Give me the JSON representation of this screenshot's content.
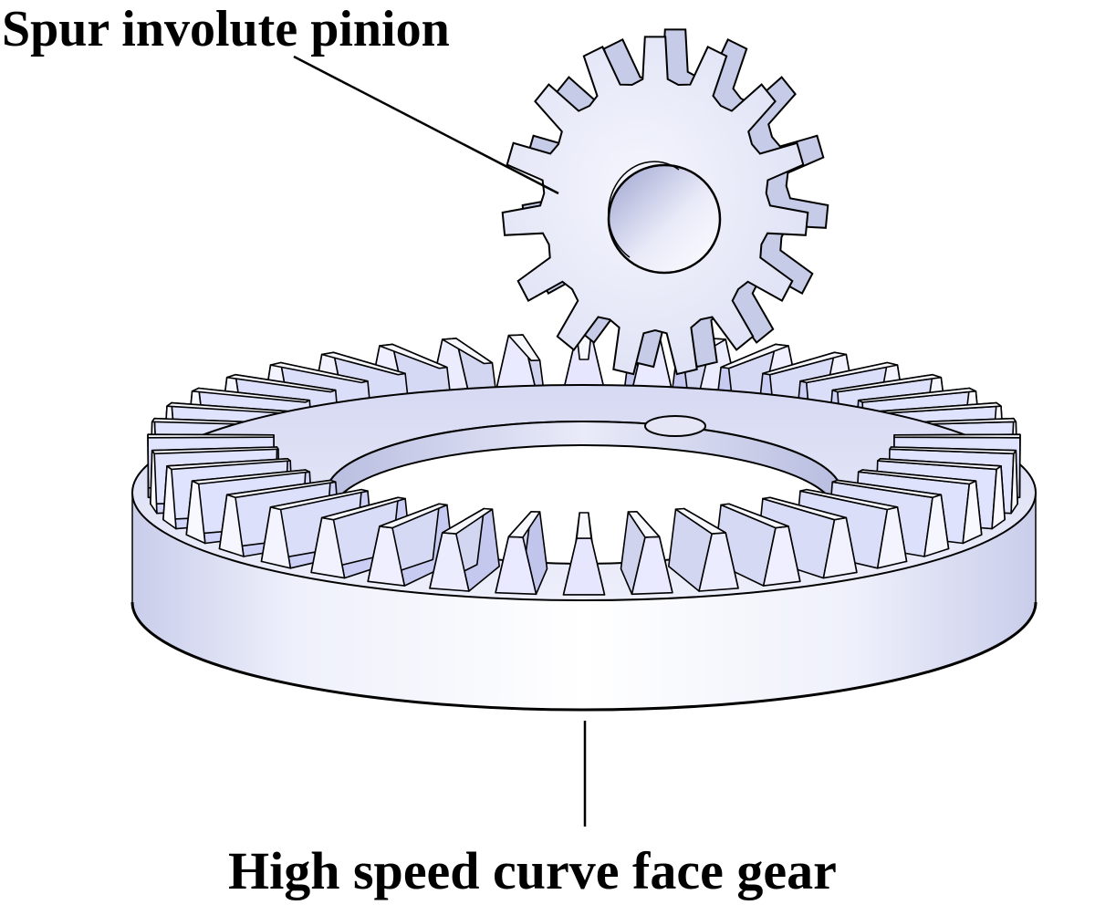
{
  "labels": {
    "pinion": "Spur involute pinion",
    "face_gear": "High speed curve face gear"
  },
  "colors": {
    "background": "#ffffff",
    "metal_light": "#f4f5fd",
    "metal_mid": "#dcdff4",
    "metal_dark": "#b9bedf",
    "outline": "#000000",
    "text": "#000000"
  },
  "parts": {
    "pinion_teeth": 15,
    "face_gear_teeth": 40
  }
}
